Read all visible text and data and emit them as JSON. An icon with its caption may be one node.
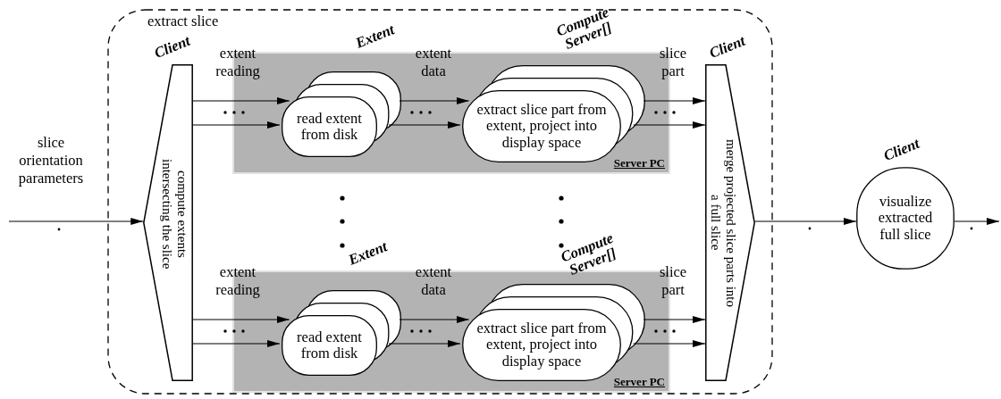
{
  "diagram": {
    "nodes": [
      {
        "text": [
          "extract slice"
        ]
      },
      {
        "text": [
          "compute extents intersecting the slice"
        ],
        "beside": [
          "Client"
        ],
        "in": 0
      },
      {
        "text": [
          "Server PC"
        ],
        "in": 0
      },
      {
        "text": [
          "read extent from disk"
        ],
        "beside": [
          "Extent"
        ],
        "in": 2
      },
      {
        "text": [
          "extract slice part from extent, project into display space"
        ],
        "beside": [
          "Compute Server[]"
        ],
        "in": 2
      },
      {
        "text": [
          "Server PC"
        ],
        "in": 0
      },
      {
        "text": [
          "read extent from disk"
        ],
        "beside": [
          "Extent"
        ],
        "in": 5
      },
      {
        "text": [
          "extract slice part from extent, project into display space"
        ],
        "beside": [
          "Compute Server[]"
        ],
        "in": 5
      },
      {
        "text": [
          "merge projected slice parts into a full slice"
        ],
        "beside": [
          "Client"
        ],
        "in": 0
      },
      {
        "text": [
          "visualize extracted full slice"
        ],
        "beside": [
          "Client"
        ]
      }
    ],
    "edges": [
      {
        "from": null,
        "to": 1,
        "arrow": "to",
        "label": "slice orientation parameters"
      },
      {
        "from": 1,
        "to": 3,
        "arrow": "to",
        "label": "extent reading"
      },
      {
        "from": 1,
        "to": 3,
        "arrow": "to"
      },
      {
        "from": 3,
        "to": 4,
        "arrow": "to",
        "label": "extent data"
      },
      {
        "from": 3,
        "to": 4,
        "arrow": "to"
      },
      {
        "from": 4,
        "to": 8,
        "arrow": "to",
        "label": "slice part"
      },
      {
        "from": 4,
        "to": 8,
        "arrow": "to"
      },
      {
        "from": 1,
        "to": 6,
        "arrow": "to",
        "label": "extent reading"
      },
      {
        "from": 1,
        "to": 6,
        "arrow": "to"
      },
      {
        "from": 6,
        "to": 7,
        "arrow": "to",
        "label": "extent data"
      },
      {
        "from": 6,
        "to": 7,
        "arrow": "to"
      },
      {
        "from": 7,
        "to": 8,
        "arrow": "to",
        "label": "slice part"
      },
      {
        "from": 7,
        "to": 8,
        "arrow": "to"
      },
      {
        "from": 8,
        "to": 9,
        "arrow": "to"
      },
      {
        "from": 9,
        "to": null,
        "arrow": "to"
      }
    ]
  }
}
